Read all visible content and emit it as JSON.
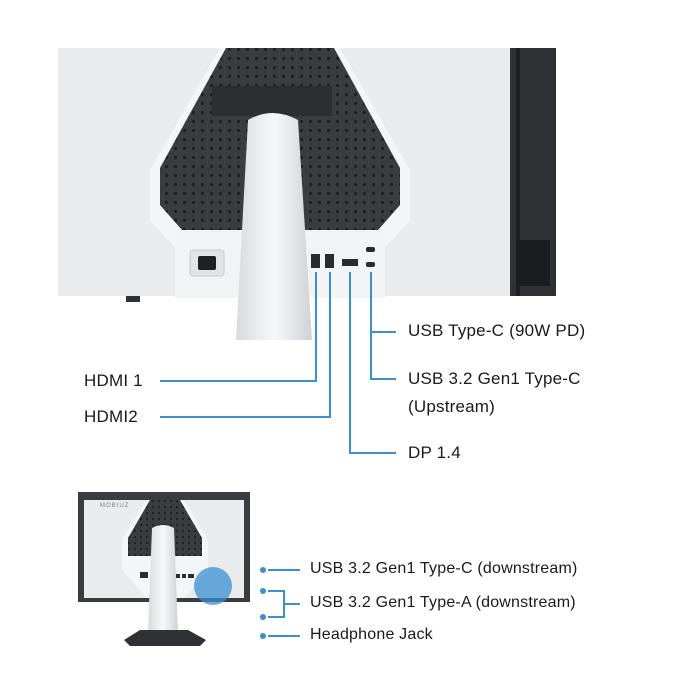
{
  "colors": {
    "accent": "#3b8fd1",
    "monitor_body": "#eceef0",
    "monitor_dark": "#3a3c40"
  },
  "top_labels": {
    "hdmi1": "HDMI 1",
    "hdmi2": "HDMI2",
    "usbc_pd": "USB Type-C (90W PD)",
    "usbc_up_line1": "USB 3.2 Gen1 Type-C",
    "usbc_up_line2": "(Upstream)",
    "dp": "DP 1.4"
  },
  "bottom_labels": {
    "usbc_down": "USB 3.2 Gen1 Type-C (downstream)",
    "usba_down": "USB 3.2 Gen1 Type-A (downstream)",
    "headphone": "Headphone Jack"
  },
  "brand_text": "MOBIUZ"
}
